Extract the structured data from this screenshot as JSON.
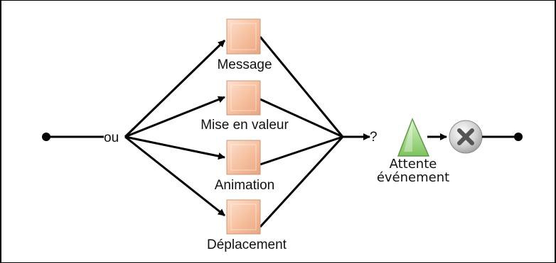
{
  "diagram": {
    "split_label": "ou",
    "branches": [
      {
        "label": "Message"
      },
      {
        "label": "Mise en valeur"
      },
      {
        "label": "Animation"
      },
      {
        "label": "Déplacement"
      }
    ],
    "condition_mark": "?",
    "wait_event": {
      "line1": "Attente",
      "line2": "événement"
    },
    "end_symbol": "cancel-icon",
    "colors": {
      "box_fill": "#f7c2a2",
      "box_edge": "#c99878",
      "triangle_fill": "#a6d98a",
      "triangle_edge": "#5c9a48",
      "stop_fill": "#cfcfcf",
      "stop_cross": "#555555",
      "lines": "#000000"
    }
  }
}
